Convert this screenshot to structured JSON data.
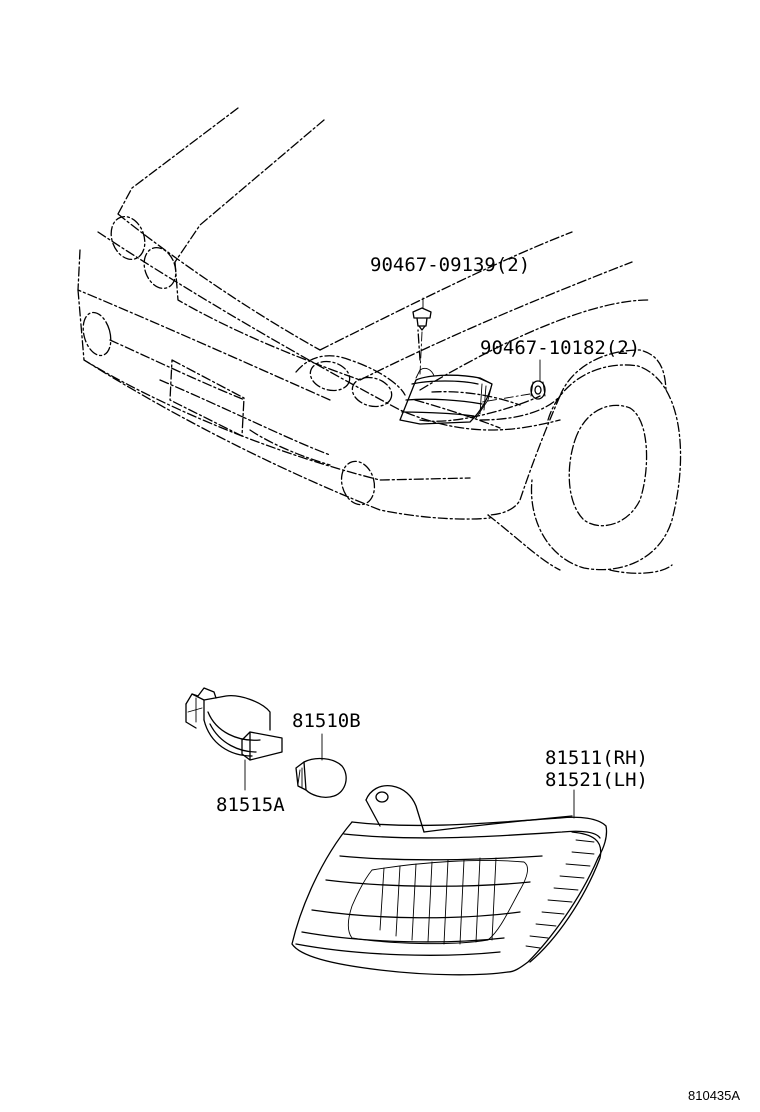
{
  "parts": {
    "clip": {
      "part_no": "90467-09139(2)"
    },
    "nut": {
      "part_no": "90467-10182(2)"
    },
    "bulb": {
      "part_no": "81510B"
    },
    "socket": {
      "part_no": "81515A"
    },
    "lamp_rh": {
      "part_no": "81511(RH)"
    },
    "lamp_lh": {
      "part_no": "81521(LH)"
    }
  },
  "figure_ref": "810435A"
}
